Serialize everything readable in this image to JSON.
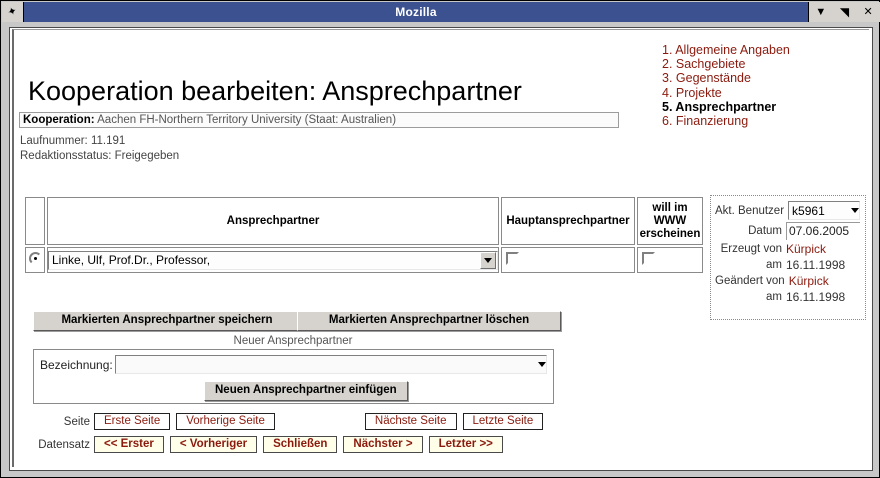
{
  "window": {
    "title": "Mozilla",
    "pin_icon": "pin-icon",
    "minimize_glyph": "▼",
    "maximize_glyph": "◥",
    "close_glyph": "✕"
  },
  "page": {
    "heading": "Kooperation bearbeiten: Ansprechpartner",
    "kooperation_label": "Kooperation:",
    "kooperation_value": "Aachen FH-Northern Territory University (Staat: Australien)",
    "laufnummer": "Laufnummer: 11.191",
    "redaktionsstatus": "Redaktionsstatus: Freigegeben"
  },
  "nav": {
    "items": [
      {
        "label": "1. Allgemeine Angaben",
        "current": false
      },
      {
        "label": "2. Sachgebiete",
        "current": false
      },
      {
        "label": "3. Gegenstände",
        "current": false
      },
      {
        "label": "4. Projekte",
        "current": false
      },
      {
        "label": "5. Ansprechpartner",
        "current": true
      },
      {
        "label": "6. Finanzierung",
        "current": false
      }
    ]
  },
  "table": {
    "headers": {
      "select": "",
      "ansprechpartner": "Ansprechpartner",
      "hauptansprechpartner": "Hauptansprechpartner",
      "www_line1": "will im",
      "www_line2": "WWW",
      "www_line3": "erscheinen"
    },
    "row": {
      "radio_selected": true,
      "person": "Linke, Ulf, Prof.Dr., Professor,",
      "haupt_checked": false,
      "www_checked": false
    }
  },
  "actions": {
    "save": "Markierten Ansprechpartner speichern",
    "delete": "Markierten Ansprechpartner löschen"
  },
  "new_contact": {
    "section_label": "Neuer Ansprechpartner",
    "bezeichnung_label": "Bezeichnung:",
    "bezeichnung_value": "",
    "insert_button": "Neuen Ansprechpartner einfügen"
  },
  "pager": {
    "page_label": "Seite",
    "record_label": "Datensatz",
    "page_buttons": [
      "Erste Seite",
      "Vorherige Seite",
      "Nächste Seite",
      "Letzte Seite"
    ],
    "record_buttons": [
      "<< Erster",
      "< Vorheriger",
      "Schließen",
      "Nächster >",
      "Letzter >>"
    ]
  },
  "info": {
    "user_label": "Akt. Benutzer",
    "user_value": "k5961",
    "date_label": "Datum",
    "date_value": "07.06.2005",
    "created_by_label": "Erzeugt von",
    "created_by_value": "Kürpick",
    "created_on_label": "am",
    "created_on_value": "16.11.1998",
    "changed_by_label": "Geändert von",
    "changed_by_value": "Kürpick",
    "changed_on_label": "am",
    "changed_on_value": "16.11.1998"
  },
  "colors": {
    "titlebar": "#3b5190",
    "accent_red": "#8b1a0e",
    "record_button_bg": "#fffee8"
  }
}
